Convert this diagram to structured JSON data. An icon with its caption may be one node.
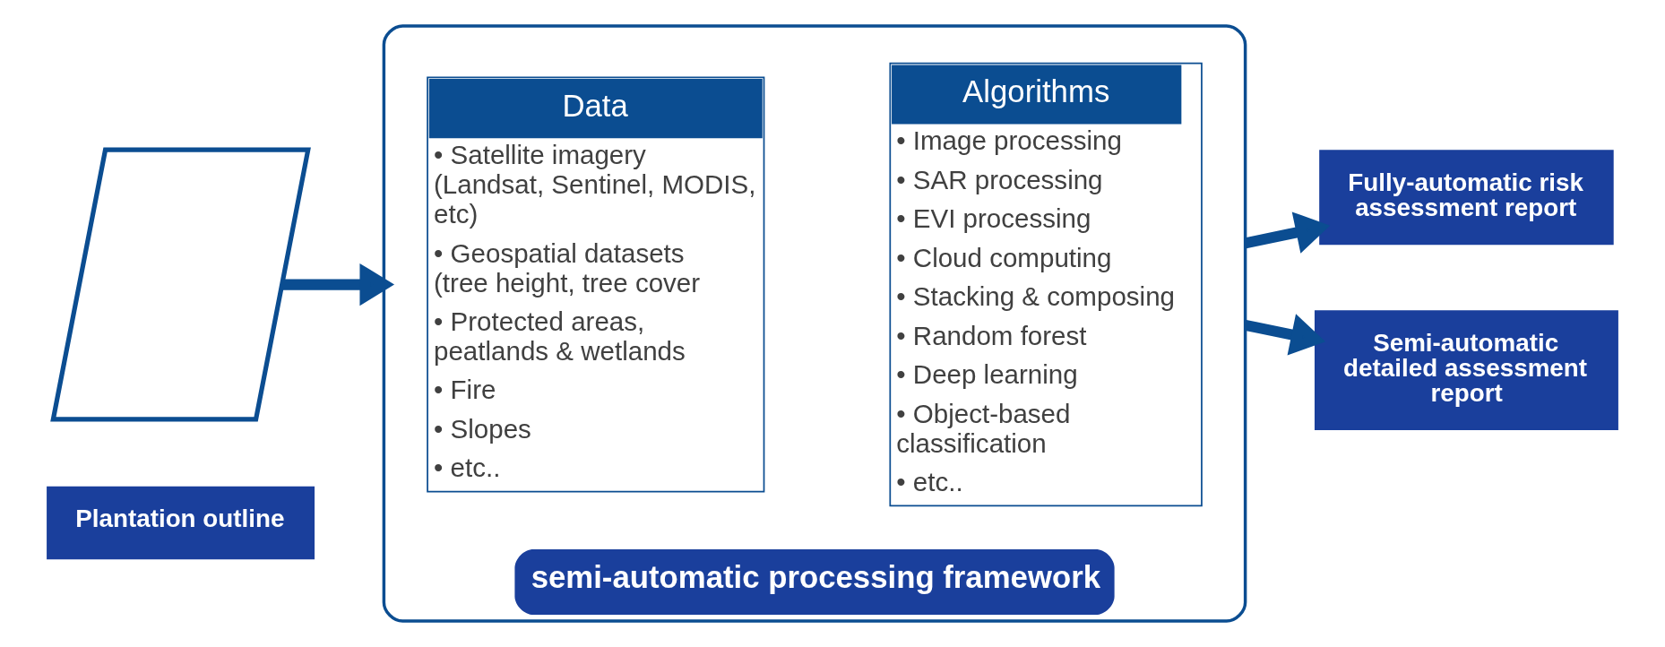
{
  "diagram": {
    "nodes": [
      {
        "text": [],
        "shape": "parallelogram"
      },
      {
        "text": [
          "Plantation outline"
        ]
      },
      {
        "text": [
          "semi-automatic processing framework"
        ]
      },
      {
        "text": [
          "Data",
          "• Satellite imagery (Landsat, Sentinel, MODIS, etc)",
          "• Geospatial datasets (tree height, tree cover",
          "• Protected areas, peatlands & wetlands",
          "• Fire",
          "• Slopes",
          "• etc.."
        ],
        "in": 2
      },
      {
        "text": [
          "Algorithms",
          "• Image processing",
          "• SAR processing",
          "• EVI processing",
          "• Cloud computing",
          "• Stacking & composing",
          "• Random forest",
          "• Deep learning",
          "• Object-based classification",
          "• etc.."
        ],
        "in": 2
      },
      {
        "text": [
          "Fully-automatic risk assessment report"
        ]
      },
      {
        "text": [
          "Semi-automatic detailed assessment report"
        ]
      }
    ],
    "edges": [
      {
        "from": 0,
        "to": 2,
        "arrow": "to"
      },
      {
        "from": 2,
        "to": 5,
        "arrow": "to"
      },
      {
        "from": 2,
        "to": 6,
        "arrow": "to"
      }
    ]
  }
}
